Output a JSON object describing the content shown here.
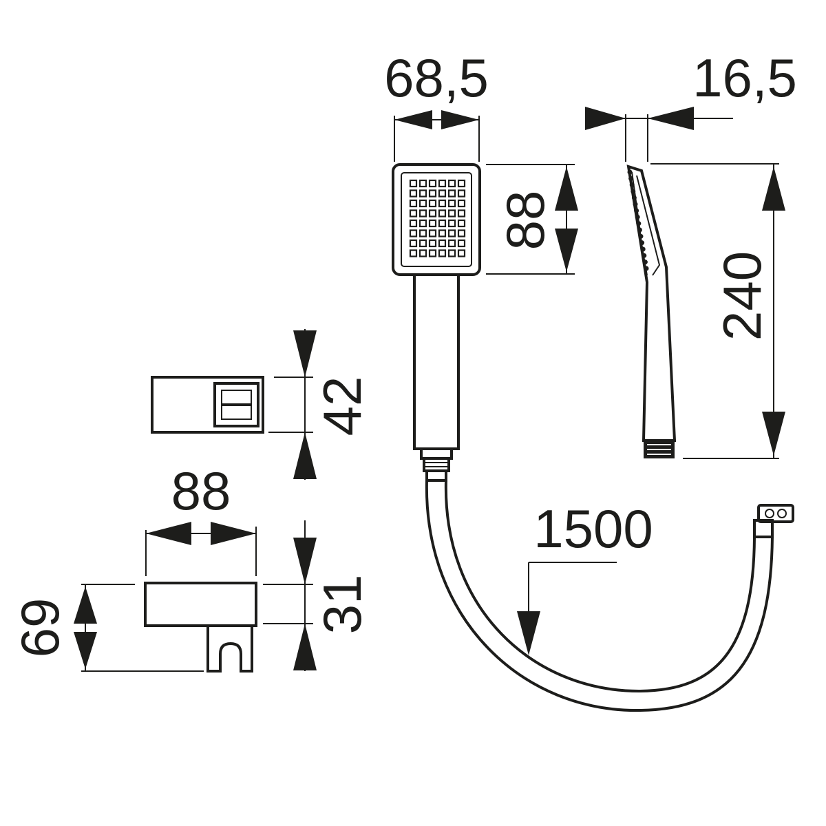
{
  "dimensions": {
    "head_width": "68,5",
    "head_depth": "16,5",
    "head_height": "88",
    "total_length": "240",
    "holder_height": "42",
    "bracket_width": "88",
    "bracket_depth": "69",
    "bracket_height": "31",
    "hose_length": "1500"
  },
  "colors": {
    "line": "#1d1d1b",
    "background": "#ffffff"
  }
}
